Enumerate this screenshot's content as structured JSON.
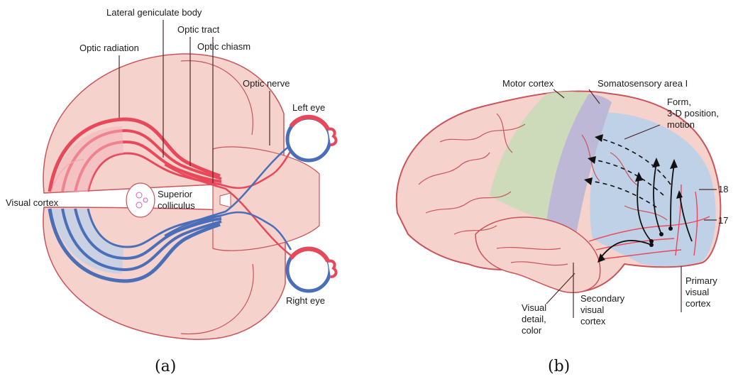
{
  "panel_a": {
    "caption": "(a)",
    "labels": {
      "lateral_geniculate_body": "Lateral geniculate body",
      "optic_tract": "Optic tract",
      "optic_radiation": "Optic radiation",
      "optic_chiasm": "Optic chiasm",
      "optic_nerve": "Optic nerve",
      "left_eye": "Left eye",
      "right_eye": "Right eye",
      "visual_cortex": "Visual cortex",
      "superior_colliculus_line1": "Superior",
      "superior_colliculus_line2": "colliculus"
    }
  },
  "panel_b": {
    "caption": "(b)",
    "labels": {
      "motor_cortex": "Motor cortex",
      "somatosensory_area": "Somatosensory area I",
      "form_line1": "Form,",
      "form_line2": "3-D position,",
      "form_line3": "motion",
      "area_18": "18",
      "area_17": "17",
      "primary_line1": "Primary",
      "primary_line2": "visual",
      "primary_line3": "cortex",
      "secondary_line1": "Secondary",
      "secondary_line2": "visual",
      "secondary_line3": "cortex",
      "detail_line1": "Visual",
      "detail_line2": "detail,",
      "detail_line3": "color"
    }
  },
  "colors": {
    "tissue": "#f6d2cc",
    "outline": "#c9545a",
    "red_fiber": "#e8485a",
    "blue_fiber": "#4a6fb8",
    "visual_area": "#b9d0ea",
    "motor_area": "#c9dcb9",
    "somato_area": "#b8b6d6"
  }
}
